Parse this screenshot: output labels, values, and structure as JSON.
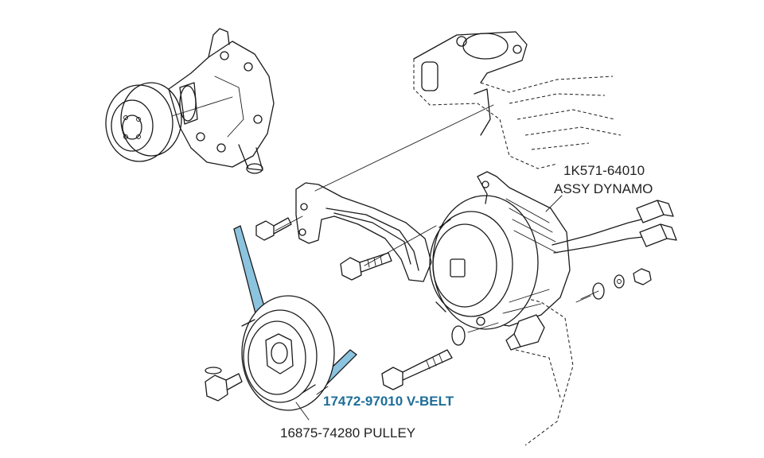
{
  "labels": {
    "dynamo_part_number": "1K571-64010",
    "dynamo_name": "ASSY DYNAMO",
    "vbelt": "17472-97010 V-BELT",
    "pulley": "16875-74280 PULLEY"
  },
  "colors": {
    "accent": "#1f6e99",
    "belt_fill": "#8cc3de",
    "line": "#1a1a1a",
    "text": "#222222"
  }
}
